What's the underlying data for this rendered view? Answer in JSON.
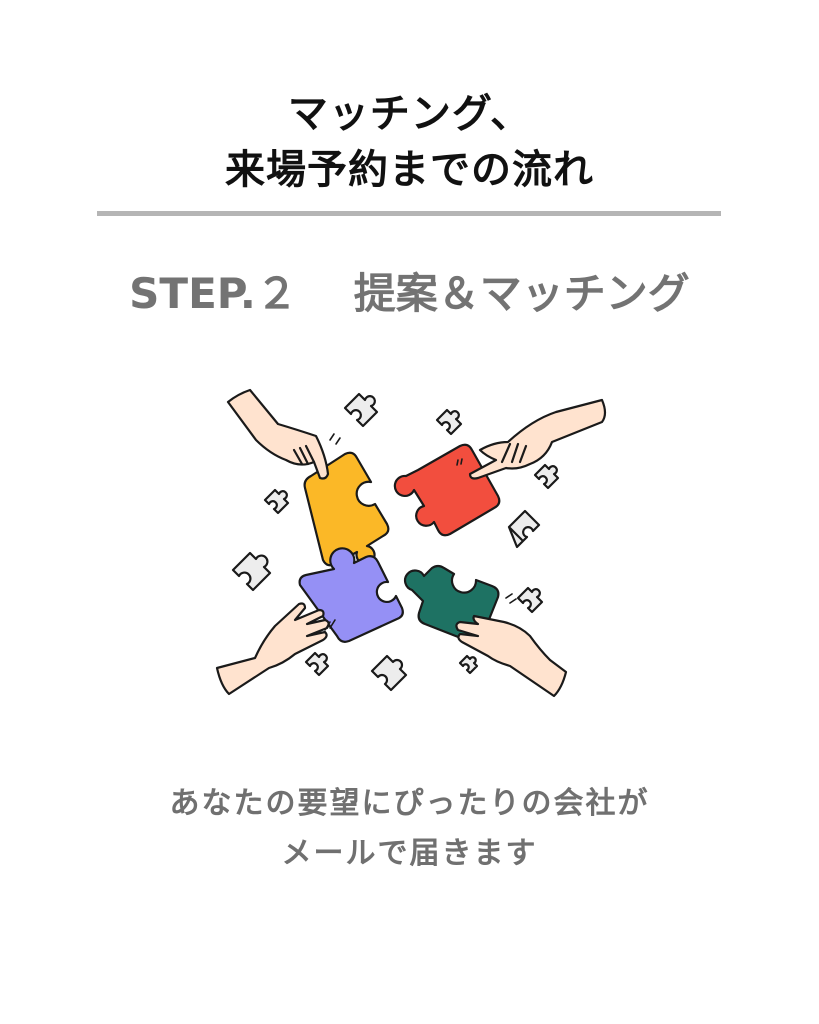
{
  "header": {
    "title_lines": [
      "マッチング、",
      "来場予約までの流れ"
    ]
  },
  "step": {
    "number_label": "STEP.２",
    "title": "提案＆マッチング"
  },
  "illustration": {
    "description": "four-hands-assembling-puzzle",
    "pieces": [
      {
        "name": "yellow-puzzle-piece",
        "color": "#FBB827"
      },
      {
        "name": "red-puzzle-piece",
        "color": "#F24E3E"
      },
      {
        "name": "purple-puzzle-piece",
        "color": "#9590F5"
      },
      {
        "name": "green-puzzle-piece",
        "color": "#1E7263"
      }
    ],
    "small_piece_color": "#EDEDED",
    "skin_color": "#FFE3CF",
    "outline_color": "#1a1a1a"
  },
  "description": {
    "lines": [
      "あなたの要望にぴったりの会社が",
      "メールで届きます"
    ]
  },
  "colors": {
    "title": "#111111",
    "step": "#737373",
    "divider": "#b5b5b5",
    "description": "#707070"
  }
}
